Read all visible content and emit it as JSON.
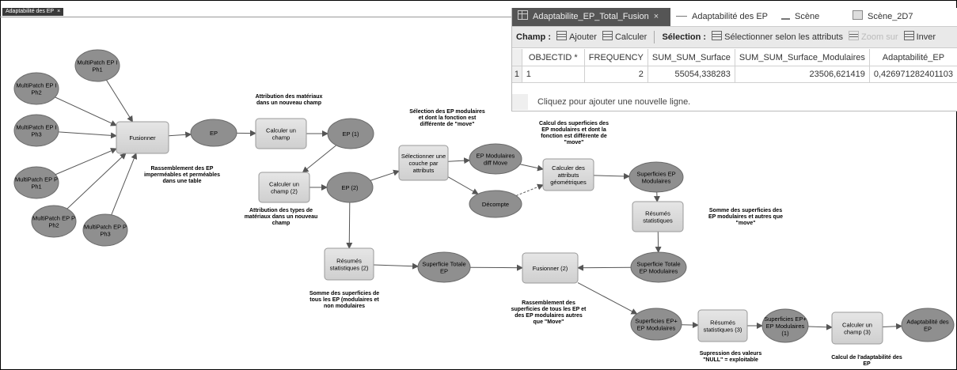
{
  "model_tab": {
    "title": "Adaptabilité des EP",
    "close": "×"
  },
  "diagram": {
    "nodes": {
      "mp_ph1_i": "MultiPatch EP I|Ph1",
      "mp_ph2_i": "MultiPatch EP I|Ph2",
      "mp_ph3_i": "MultiPatch EP I|Ph3",
      "mp_ph1_p": "MultiPatch EP P|Ph1",
      "mp_ph2_p": "MultiPatch EP P|Ph2",
      "mp_ph3_p": "MultiPatch EP P|Ph3",
      "fusionner": "Fusionner",
      "ep": "EP",
      "calc1": "Calculer un|champ",
      "ep1": "EP (1)",
      "calc2": "Calculer un|champ (2)",
      "ep2": "EP (2)",
      "select": "Sélectionner une|couche par|attributs",
      "ep_mod_diff": "EP Modulaires|diff Move",
      "decompte": "Décompte",
      "calc_geo": "Calculer des|attributs|géométriques",
      "sup_ep_mod": "Superficies EP|Modulaires",
      "resumes": "Résumés|statistiques",
      "sup_tot_mod": "Superficie Totale|EP Modulaires",
      "resumes2": "Résumés|statistiques (2)",
      "sup_tot_ep": "Superficie Totale|EP",
      "fusionner2": "Fusionner (2)",
      "sup_ep_plus": "Superficies EP+|EP Modulaires",
      "resumes3": "Résumés|statistiques (3)",
      "sup_ep_plus1": "Superficies EP+|EP Modulaires|(1)",
      "calc3": "Calculer un|champ (3)",
      "adapt": "Adaptabilité des|EP"
    },
    "notes": {
      "rassemblement": "Rassemblement des EP|imperméables et perméables|dans une table",
      "attribution_mat": "Attribution des matériaux|dans un nouveau champ",
      "attribution_types": "Attribution des types de|matériaux dans un nouveau|champ",
      "selection_mod": "Sélection des EP modulaires|et dont la fonction est|différente de \"move\"",
      "calcul_sup": "Calcul des superficies des|EP modulaires et dont la|fonction est différente de|\"move\"",
      "somme_mod": "Somme des superficies des|EP modulaires et autres que|\"move\"",
      "somme_tous": "Somme des superficies de|tous les EP (modulaires et|non modulaires",
      "rassemblement_sup": "Rassemblement des|superficies de tous les EP et|des EP modulaires autres|que \"Move\"",
      "supression": "Supression des valeurs|\"NULL\" = exploitable",
      "calcul_adapt": "Calcul de l'adaptabilité des|EP"
    }
  },
  "tabs": [
    {
      "label": "Adaptabilite_EP_Total_Fusion",
      "close": "×",
      "icon": "table-icon"
    },
    {
      "label": "Adaptabilité des EP",
      "icon": "model-icon"
    },
    {
      "label": "Scène",
      "icon": "scene-icon"
    },
    {
      "label": "Scène_2D7",
      "icon": "map-icon"
    }
  ],
  "toolbar": {
    "champ_label": "Champ :",
    "ajouter": "Ajouter",
    "calculer": "Calculer",
    "selection_label": "Sélection :",
    "selectionner_attr": "Sélectionner selon les attributs",
    "zoom_sur": "Zoom sur",
    "inverser": "Inver"
  },
  "table": {
    "columns": [
      "OBJECTID *",
      "FREQUENCY",
      "SUM_SUM_Surface",
      "SUM_SUM_Surface_Modulaires",
      "Adaptabilité_EP"
    ],
    "rows": [
      {
        "row_num": "1",
        "cells": [
          "1",
          "2",
          "55054,338283",
          "23506,621419",
          "0,426971282401103"
        ]
      }
    ],
    "add_row": "Cliquez pour ajouter une nouvelle ligne."
  }
}
